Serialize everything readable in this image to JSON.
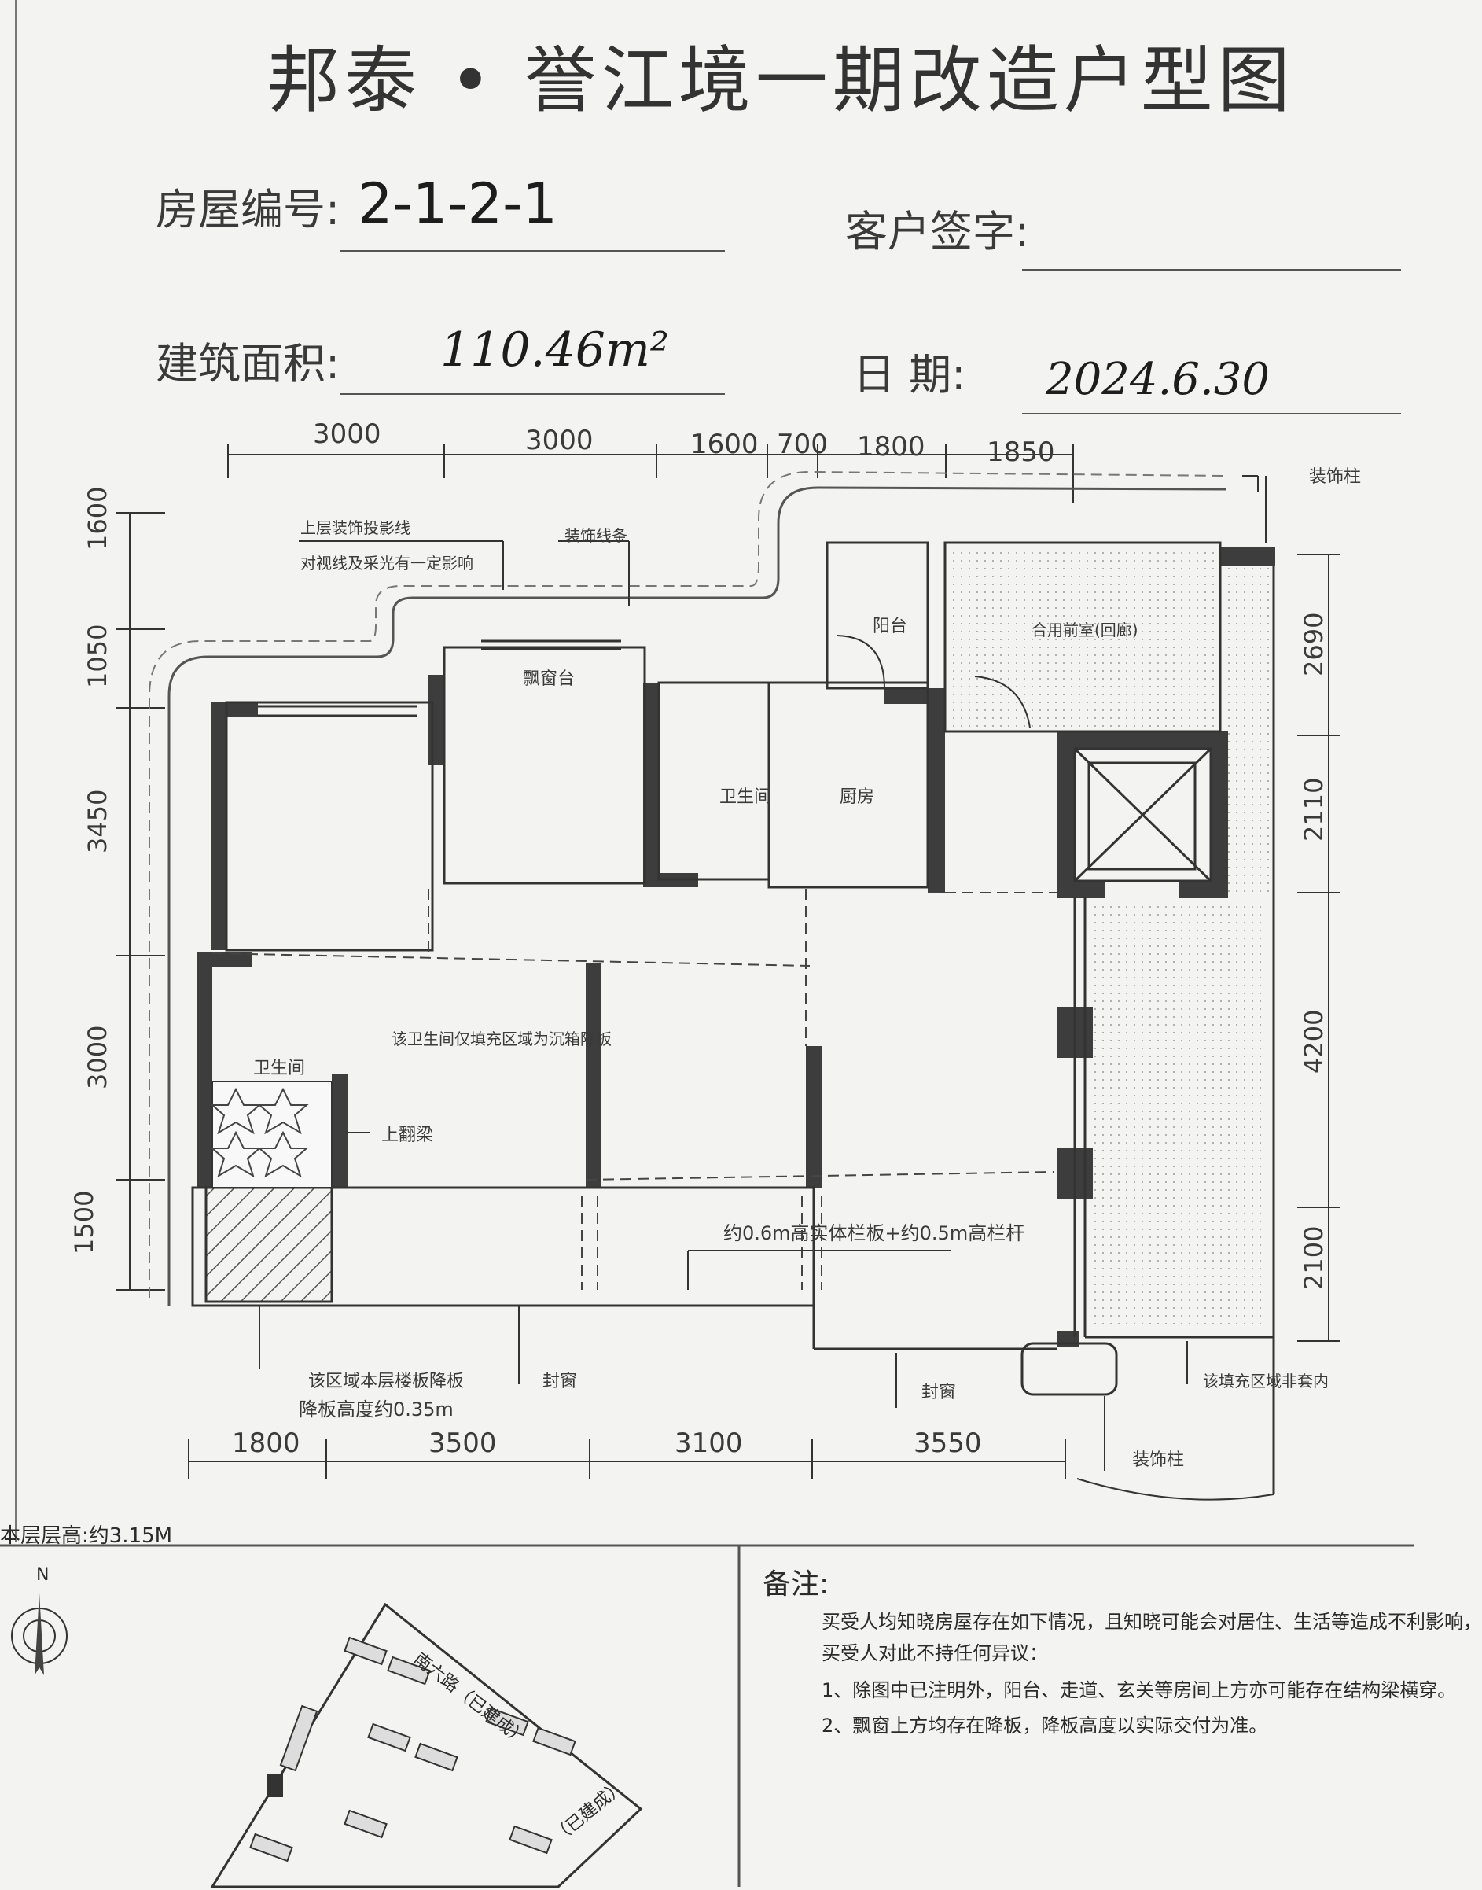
{
  "document": {
    "title": "邦泰 • 誉江境一期改造户型图",
    "fields": {
      "house_no_label": "房屋编号:",
      "house_no_value": "2-1-2-1",
      "customer_sign_label": "客户签字:",
      "area_label": "建筑面积:",
      "area_value": "110.46m²",
      "date_label": "日  期:",
      "date_value": "2024.6.30"
    }
  },
  "plan": {
    "top_dims": [
      "3000",
      "3000",
      "1600",
      "700",
      "1800",
      "1850"
    ],
    "bottom_dims": [
      "1800",
      "3500",
      "3100",
      "3550"
    ],
    "left_dims": [
      "1600",
      "1050",
      "3450",
      "3000",
      "1500"
    ],
    "right_dims": [
      "2690",
      "2110",
      "4200",
      "2100"
    ],
    "labels": {
      "upper_shadow": "上层装饰投影线",
      "upper_shadow_note": "对视线及采光有一定影响",
      "decor_line": "装饰线条",
      "decor_column_top": "装饰柱",
      "bay_window": "飘窗台",
      "balcony": "阳台",
      "shared_corridor": "合用前室(回廊)",
      "bathroom_top": "卫生间",
      "kitchen": "厨房",
      "bathroom_left": "卫生间",
      "bathroom_note": "该卫生间仅填充区域为沉箱降板",
      "beam": "上翻梁",
      "railing_note": "约0.6m高实体栏板+约0.5m高栏杆",
      "lowered_area": "该区域本层楼板降板",
      "lowered_height": "降板高度约0.35m",
      "seal_window_1": "封窗",
      "seal_window_2": "封窗",
      "decor_column_bottom": "装饰柱",
      "non_inner": "该填充区域非套内"
    }
  },
  "floor_height": "本层层高:约3.15M",
  "compass_label": "N",
  "site": {
    "road_top": "南六路（已建成）",
    "road_bottom": "（已建成）"
  },
  "notes": {
    "title": "备注:",
    "lines": [
      "买受人均知晓房屋存在如下情况，且知晓可能会对居住、生活等造成不利影响，",
      "买受人对此不持任何异议：",
      "1、除图中已注明外，阳台、走道、玄关等房间上方亦可能存在结构梁横穿。",
      "2、飘窗上方均存在降板，降板高度以实际交付为准。"
    ]
  }
}
